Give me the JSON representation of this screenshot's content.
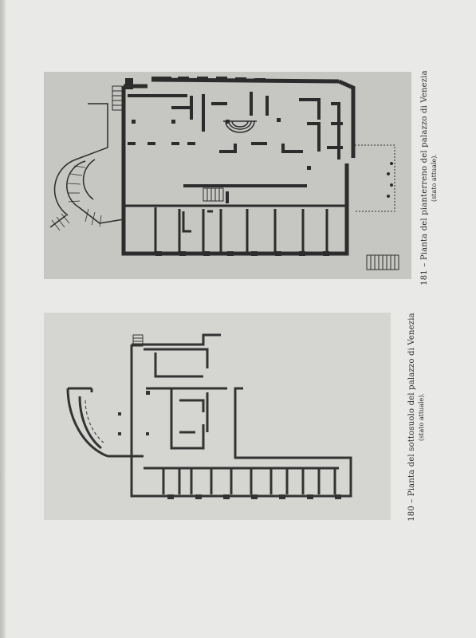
{
  "page": {
    "background": "#e9e9e7"
  },
  "figures": [
    {
      "number": "181",
      "caption": "181 – Pianta del pianterreno del palazzo di Venezia",
      "note": "(stato attuale)."
    },
    {
      "number": "180",
      "caption": "180 – Pianta del sottosuolo del palazzo di Venezia",
      "note": "(stato attuale)."
    }
  ]
}
